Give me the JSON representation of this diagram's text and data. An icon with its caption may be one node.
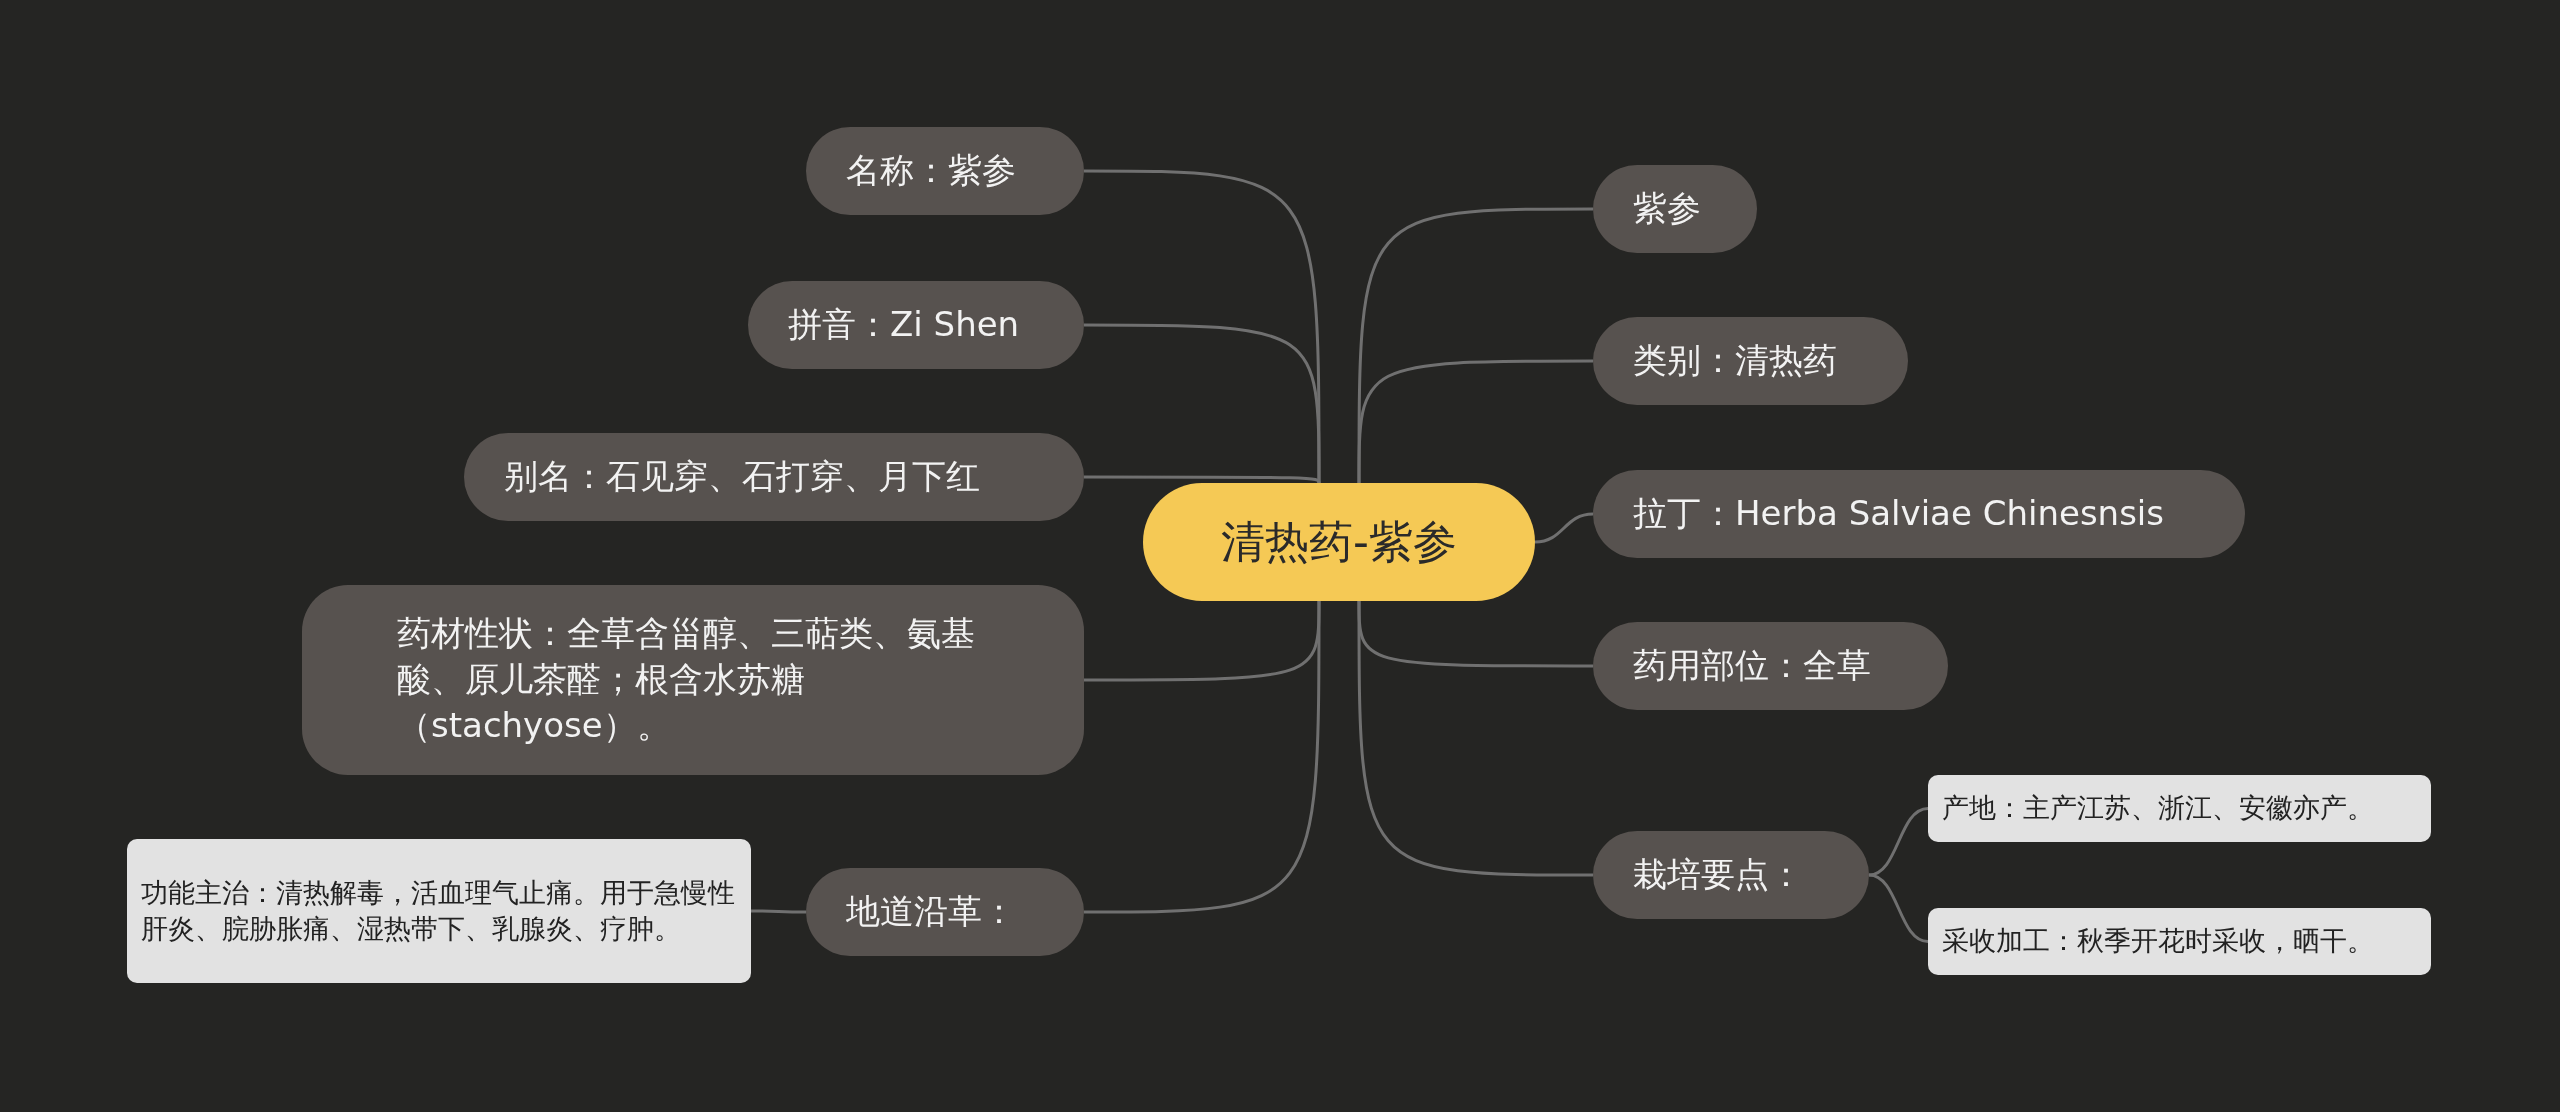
{
  "diagram": {
    "nodes": [
      {
        "text": [
          "清热药-紫参"
        ]
      },
      {
        "text": [
          "名称：紫参"
        ]
      },
      {
        "text": [
          "拼音：Zi Shen"
        ]
      },
      {
        "text": [
          "别名：石见穿、石打穿、月下红"
        ]
      },
      {
        "text": [
          "药材性状：全草含甾醇、三萜类、氨基酸、原儿茶醛；根含水苏糖（stachyose）。"
        ]
      },
      {
        "text": [
          "地道沿革："
        ]
      },
      {
        "text": [
          "功能主治：清热解毒，活血理气止痛。用于急慢性肝炎、脘胁胀痛、湿热带下、乳腺炎、疗肿。"
        ]
      },
      {
        "text": [
          "紫参"
        ]
      },
      {
        "text": [
          "类别：清热药"
        ]
      },
      {
        "text": [
          "拉丁：Herba Salviae Chinesnsis"
        ]
      },
      {
        "text": [
          "药用部位：全草"
        ]
      },
      {
        "text": [
          "栽培要点："
        ]
      },
      {
        "text": [
          "产地：主产江苏、浙江、安徽亦产。"
        ]
      },
      {
        "text": [
          "采收加工：秋季开花时采收，晒干。"
        ]
      }
    ],
    "edges": [
      {
        "from": 0,
        "to": 1,
        "arrow": "none"
      },
      {
        "from": 0,
        "to": 2,
        "arrow": "none"
      },
      {
        "from": 0,
        "to": 3,
        "arrow": "none"
      },
      {
        "from": 0,
        "to": 4,
        "arrow": "none"
      },
      {
        "from": 0,
        "to": 5,
        "arrow": "none"
      },
      {
        "from": 5,
        "to": 6,
        "arrow": "none"
      },
      {
        "from": 0,
        "to": 7,
        "arrow": "none"
      },
      {
        "from": 0,
        "to": 8,
        "arrow": "none"
      },
      {
        "from": 0,
        "to": 9,
        "arrow": "none"
      },
      {
        "from": 0,
        "to": 10,
        "arrow": "none"
      },
      {
        "from": 0,
        "to": 11,
        "arrow": "none"
      },
      {
        "from": 11,
        "to": 12,
        "arrow": "none"
      },
      {
        "from": 11,
        "to": 13,
        "arrow": "none"
      }
    ]
  }
}
